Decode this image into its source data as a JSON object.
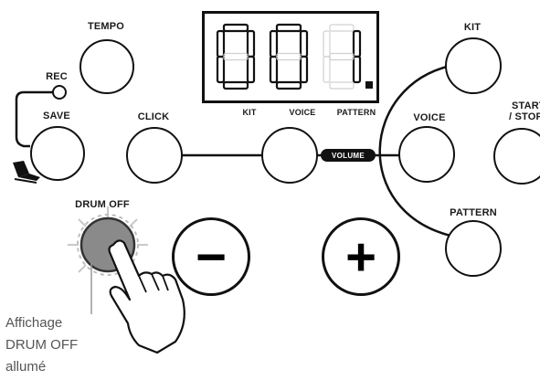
{
  "display": {
    "digits": [
      "0",
      "0",
      "1"
    ],
    "point": "."
  },
  "labels": {
    "tempo": "TEMPO",
    "rec": "REC",
    "save": "SAVE",
    "click": "CLICK",
    "kit_small": "KIT",
    "voice_small": "VOICE",
    "pattern_small": "PATTERN",
    "volume": "VOLUME",
    "voice": "VOICE",
    "kit": "KIT",
    "start_stop_line1": "START",
    "start_stop_line2": "/ STOP",
    "drum_off": "DRUM OFF",
    "pattern": "PATTERN",
    "minus": "−",
    "plus": "+"
  },
  "caption": {
    "line1": "Affichage",
    "line2": "DRUM OFF",
    "line3": "allumé"
  },
  "colors": {
    "ink": "#111111",
    "drum_off_fill": "#8a8a8a",
    "drum_off_glow": "#c9c9c9",
    "caption": "#555555",
    "segment_off": "#d0d0d0"
  },
  "icons": {
    "pedal": "footswitch-pedal-icon",
    "hand": "pointing-hand-icon"
  }
}
